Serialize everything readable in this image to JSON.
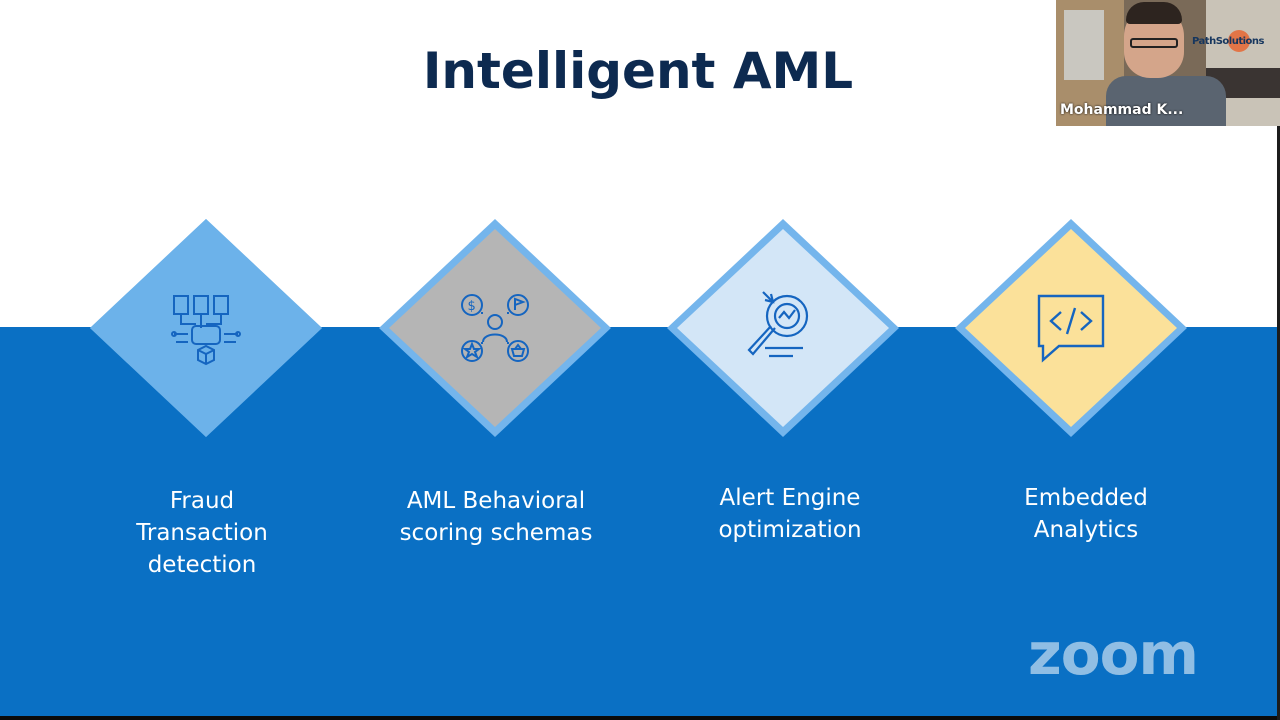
{
  "slide": {
    "title": "Intelligent AML",
    "items": [
      {
        "label": [
          "Fraud",
          "Transaction",
          "detection"
        ],
        "icon": "network-documents-icon",
        "fill": "#6cb2ea"
      },
      {
        "label": [
          "AML Behavioral",
          "scoring schemas"
        ],
        "icon": "behavior-scoring-icon",
        "fill": "#b5b5b5"
      },
      {
        "label": [
          "Alert Engine",
          "optimization"
        ],
        "icon": "target-optimization-icon",
        "fill": "#d3e6f7"
      },
      {
        "label": [
          "Embedded",
          "Analytics"
        ],
        "icon": "code-chat-icon",
        "fill": "#fbe19a"
      }
    ],
    "colors": {
      "title": "#0d2a50",
      "band": "#0a70c4",
      "icon_stroke": "#1565c0"
    }
  },
  "participant": {
    "name": "Mohammad K...",
    "background_brand": "PathSolutions"
  },
  "watermark": "zoom"
}
